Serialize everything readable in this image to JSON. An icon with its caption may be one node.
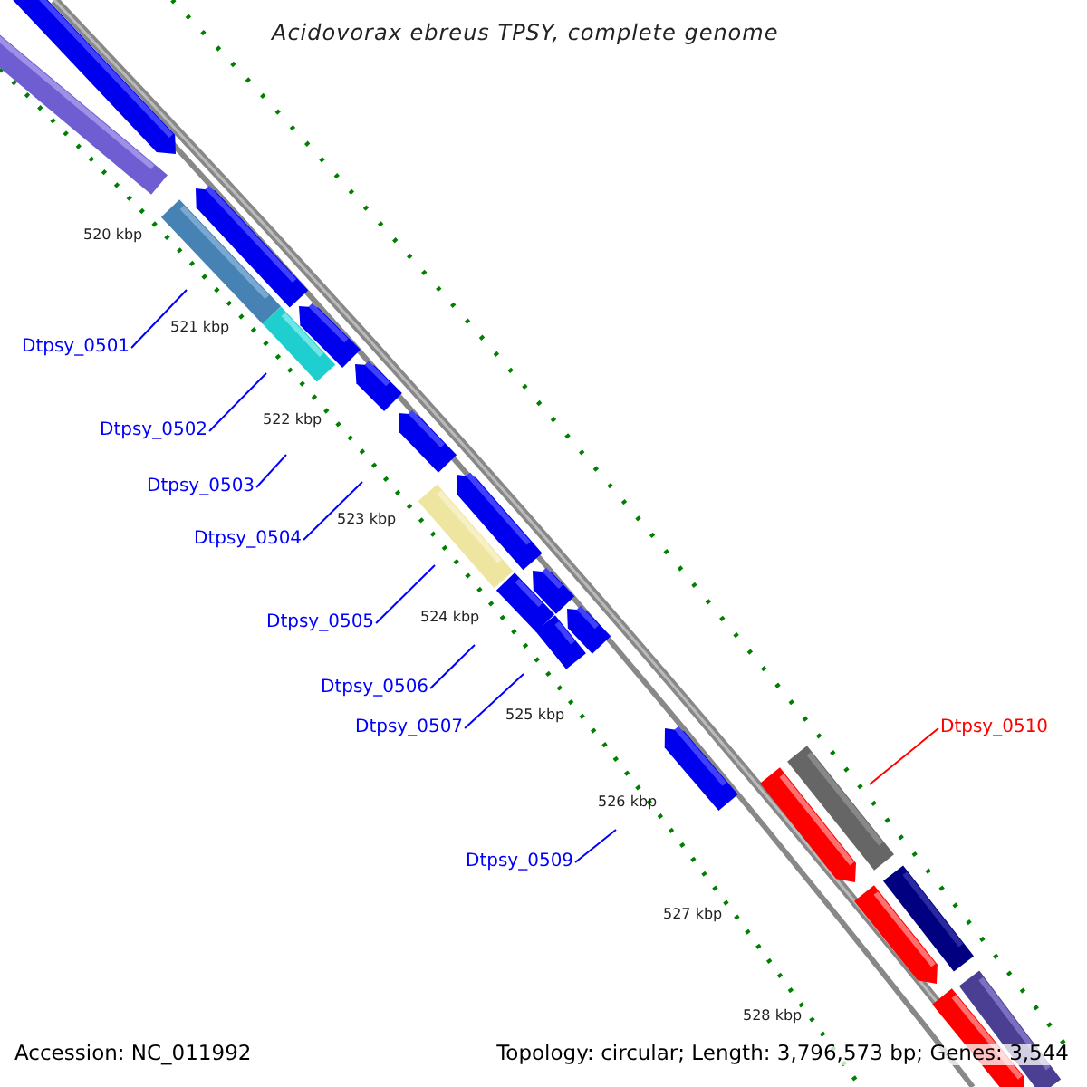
{
  "diagram": {
    "title": "Acidovorax ebreus TPSY, complete genome",
    "nodes": [
      {
        "text": [
          "Dtpsy_0501"
        ]
      },
      {
        "text": [
          "Dtpsy_0502"
        ]
      },
      {
        "text": [
          "Dtpsy_0503"
        ]
      },
      {
        "text": [
          "Dtpsy_0504"
        ]
      },
      {
        "text": [
          "Dtpsy_0505"
        ]
      },
      {
        "text": [
          "Dtpsy_0506"
        ]
      },
      {
        "text": [
          "Dtpsy_0507"
        ]
      },
      {
        "text": [
          "Dtpsy_0509"
        ]
      },
      {
        "text": [
          "Dtpsy_0510"
        ]
      }
    ],
    "edges": [
      {
        "from": 0,
        "to": null,
        "arrow": "none"
      },
      {
        "from": 1,
        "to": null,
        "arrow": "none"
      },
      {
        "from": 2,
        "to": null,
        "arrow": "none"
      },
      {
        "from": 3,
        "to": null,
        "arrow": "none"
      },
      {
        "from": 4,
        "to": null,
        "arrow": "none"
      },
      {
        "from": 5,
        "to": null,
        "arrow": "none"
      },
      {
        "from": 6,
        "to": null,
        "arrow": "none"
      },
      {
        "from": 7,
        "to": null,
        "arrow": "none"
      },
      {
        "from": 8,
        "to": null,
        "arrow": "none",
        "color": "#ff0000"
      }
    ],
    "labels": [
      "520 kbp",
      "521 kbp",
      "522 kbp",
      "523 kbp",
      "524 kbp",
      "525 kbp",
      "526 kbp",
      "527 kbp",
      "528 kbp",
      "Accession: NC_011992",
      "Topology: circular; Length: 3,796,573 bp; Genes: 3,544"
    ]
  }
}
